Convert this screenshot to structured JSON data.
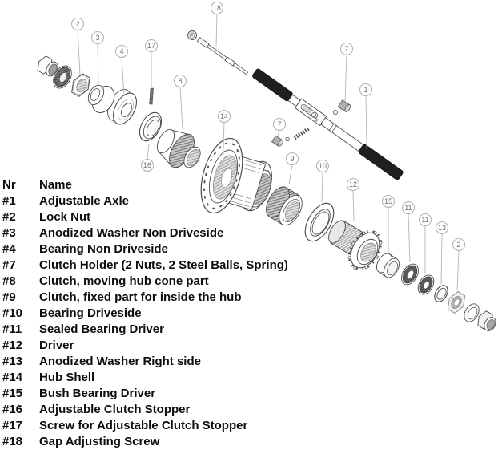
{
  "diagram": {
    "callouts": [
      {
        "label": "18"
      },
      {
        "label": "2"
      },
      {
        "label": "3"
      },
      {
        "label": "4"
      },
      {
        "label": "17"
      },
      {
        "label": "7"
      },
      {
        "label": "1"
      },
      {
        "label": "8"
      },
      {
        "label": "14"
      },
      {
        "label": "7"
      },
      {
        "label": "16"
      },
      {
        "label": "9"
      },
      {
        "label": "10"
      },
      {
        "label": "12"
      },
      {
        "label": "15"
      },
      {
        "label": "11"
      },
      {
        "label": "11"
      },
      {
        "label": "13"
      },
      {
        "label": "2"
      }
    ]
  },
  "parts_table": {
    "col_nr": "Nr",
    "col_name": "Name",
    "rows": [
      {
        "nr": "#1",
        "name": "Adjustable Axle"
      },
      {
        "nr": "#2",
        "name": "Lock Nut"
      },
      {
        "nr": "#3",
        "name": "Anodized Washer Non Driveside"
      },
      {
        "nr": "#4",
        "name": "Bearing Non Driveside"
      },
      {
        "nr": "#7",
        "name": "Clutch Holder (2 Nuts, 2 Steel Balls, Spring)"
      },
      {
        "nr": "#8",
        "name": "Clutch, moving hub cone part"
      },
      {
        "nr": "#9",
        "name": "Clutch, fixed part for inside the hub"
      },
      {
        "nr": "#10",
        "name": "Bearing Driveside"
      },
      {
        "nr": "#11",
        "name": "Sealed Bearing Driver"
      },
      {
        "nr": "#12",
        "name": "Driver"
      },
      {
        "nr": "#13",
        "name": "Anodized Washer Right side"
      },
      {
        "nr": "#14",
        "name": "Hub Shell"
      },
      {
        "nr": "#15",
        "name": "Bush Bearing Driver"
      },
      {
        "nr": "#16",
        "name": "Adjustable Clutch Stopper"
      },
      {
        "nr": "#17",
        "name": "Screw for Adjustable Clutch Stopper"
      },
      {
        "nr": "#18",
        "name": "Gap Adjusting Screw"
      }
    ]
  },
  "colors": {
    "line": "#4a4a4a",
    "callout_stroke": "#b3b3b3",
    "callout_text": "#707070",
    "axle_grip": "#1f1f1f",
    "seal_ring": "#565656",
    "text": "#0d0d0d"
  }
}
